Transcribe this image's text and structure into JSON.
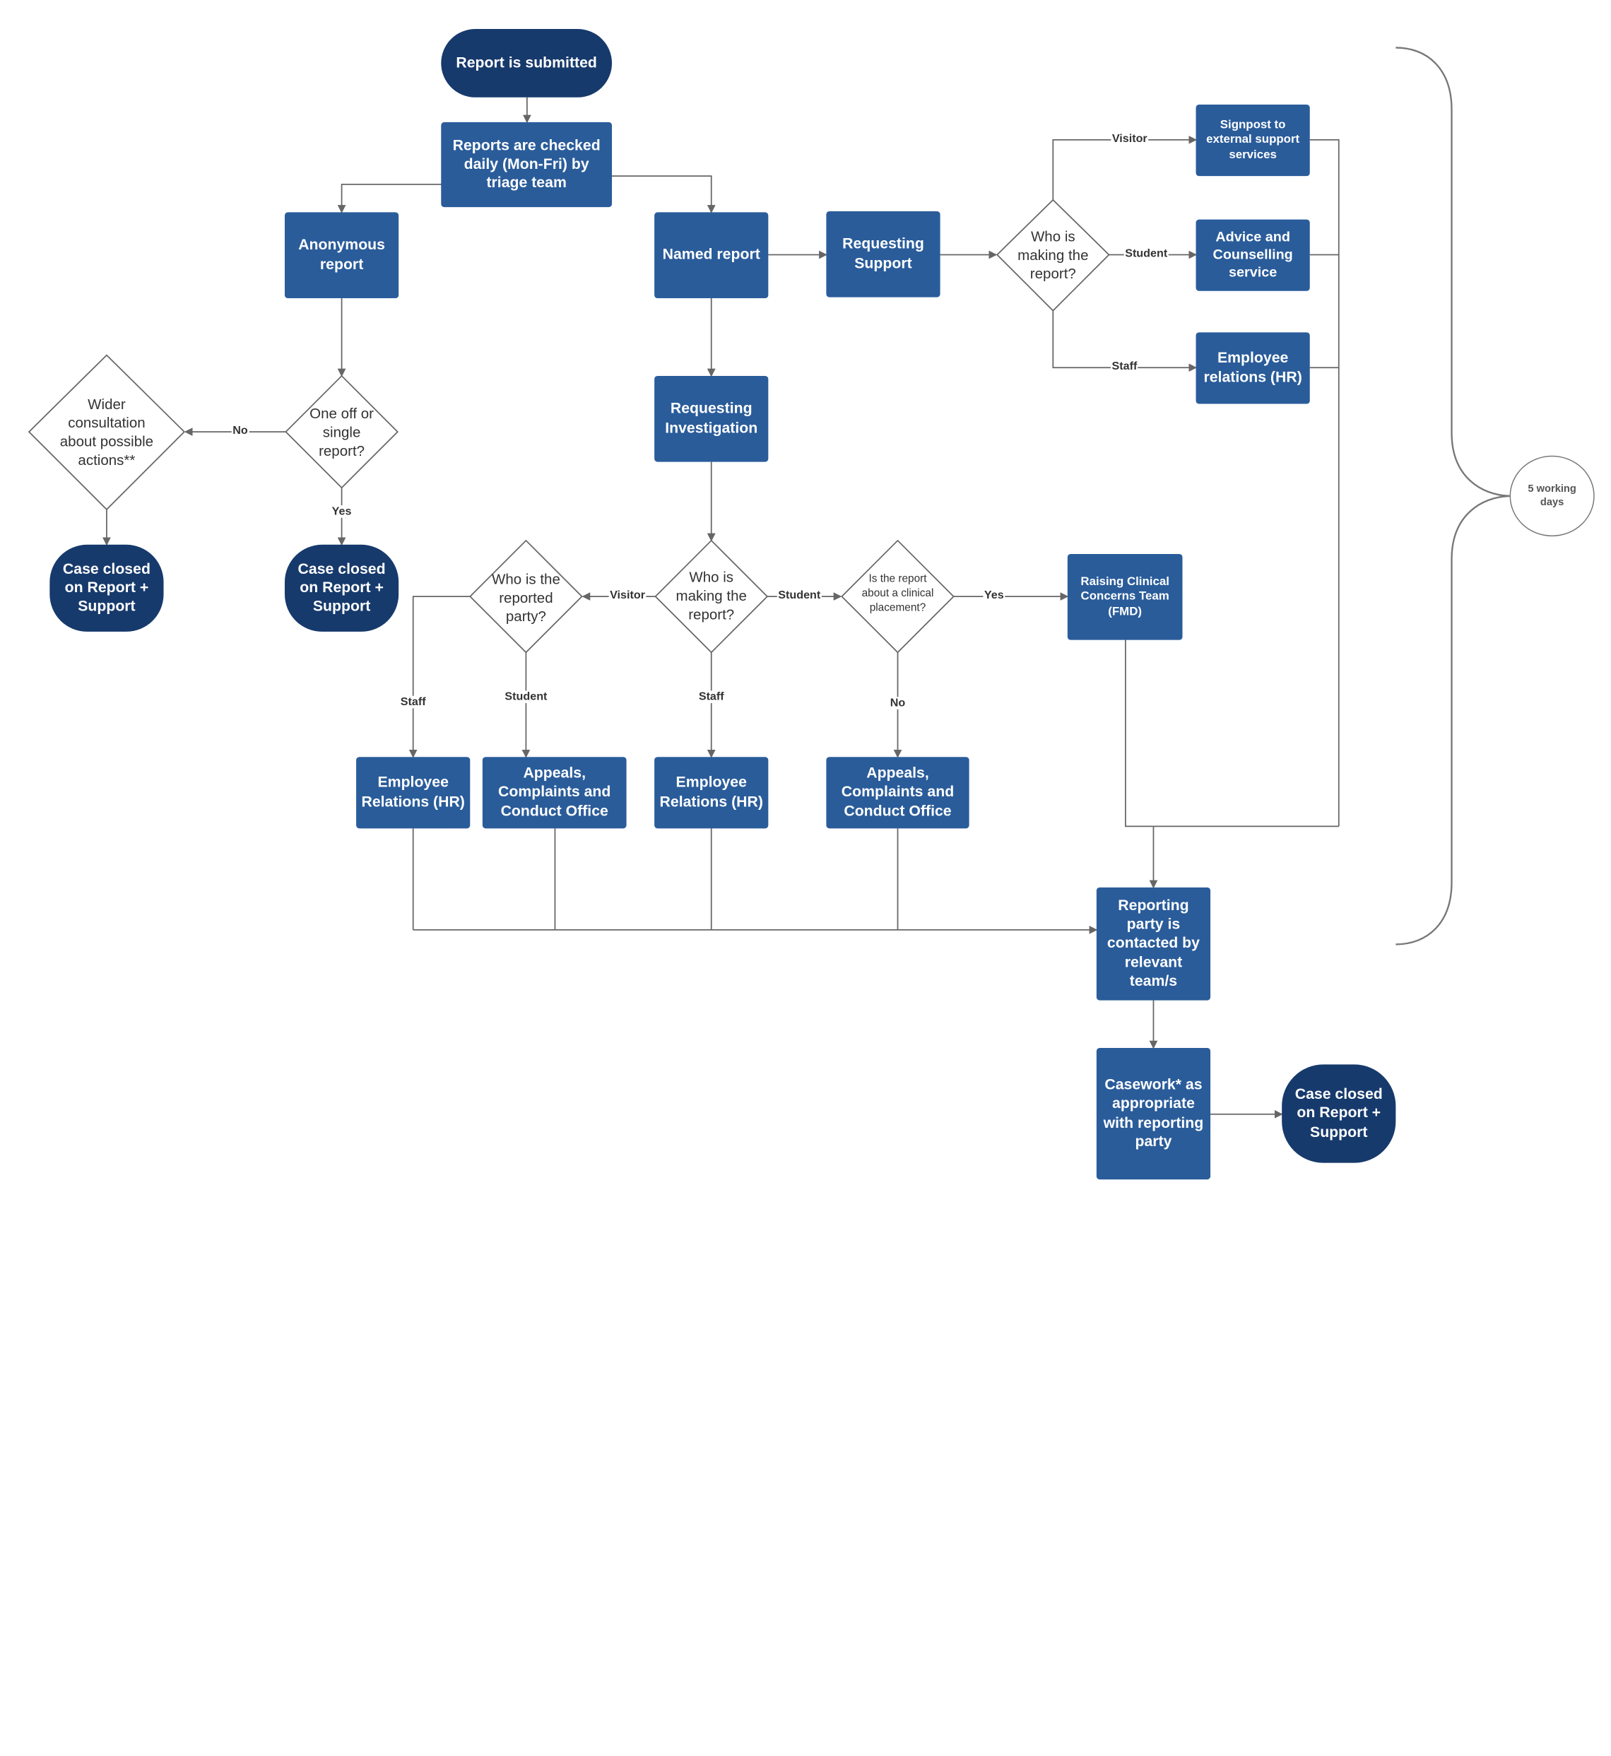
{
  "nodes": {
    "start": "Report is submitted",
    "triage": "Reports are checked daily (Mon-Fri) by triage team",
    "anonymous": "Anonymous report",
    "named": "Named report",
    "requesting_support": "Requesting Support",
    "support_who": "Who is making the report?",
    "signpost": "Signpost to external support services",
    "advice": "Advice and Counselling service",
    "employee_relations_top": "Employee relations (HR)",
    "one_off": "One off or single report?",
    "wider": "Wider consultation about possible actions**",
    "closed_left": "Case closed on Report + Support",
    "closed_mid": "Case closed on Report + Support",
    "requesting_investigation": "Requesting Investigation",
    "investigation_who": "Who is making the report?",
    "reported_party": "Who is the reported party?",
    "clinical_q": "Is the report about a clinical placement?",
    "rcct": "Raising Clinical Concerns Team (FMD)",
    "er_staff_left": "Employee Relations (HR)",
    "acco_left": "Appeals, Complaints and Conduct Office",
    "er_staff_mid": "Employee Relations (HR)",
    "acco_right": "Appeals, Complaints and Conduct Office",
    "contacted": "Reporting party is contacted by relevant team/s",
    "casework": "Casework* as appropriate with reporting party",
    "closed_final": "Case closed on Report + Support",
    "working_days": "5 working days"
  },
  "labels": {
    "visitor_top": "Visitor",
    "student_top": "Student",
    "staff_top": "Staff",
    "no_left": "No",
    "yes_left": "Yes",
    "visitor_mid": "Visitor",
    "student_mid": "Student",
    "yes_right": "Yes",
    "staff_left": "Staff",
    "student_left": "Student",
    "staff_mid": "Staff",
    "no_right": "No"
  },
  "colors": {
    "process": "#2a5c9a",
    "terminal": "#173a6c",
    "connector": "#666666"
  }
}
